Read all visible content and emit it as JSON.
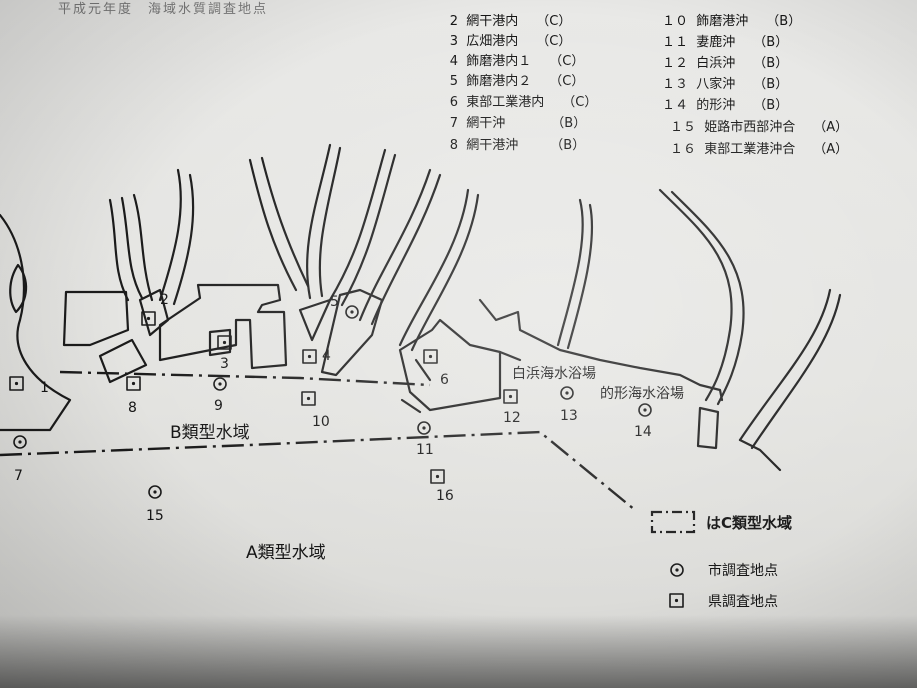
{
  "header": {
    "partial_title": "平成元年度　海域水質調査地点"
  },
  "station_legend": {
    "left": [
      {
        "no": "2",
        "name": "網干港内",
        "cls": "（C）"
      },
      {
        "no": "3",
        "name": "広畑港内",
        "cls": "（C）"
      },
      {
        "no": "4",
        "name": "飾磨港内１",
        "cls": "（C）"
      },
      {
        "no": "5",
        "name": "飾磨港内２",
        "cls": "（C）"
      },
      {
        "no": "6",
        "name": "東部工業港内",
        "cls": "（C）"
      },
      {
        "no": "7",
        "name": "網干沖",
        "cls": "（B）"
      },
      {
        "no": "8",
        "name": "網干港沖",
        "cls": "（B）"
      }
    ],
    "right": [
      {
        "no": "１０",
        "name": "飾磨港沖",
        "cls": "（B）"
      },
      {
        "no": "１１",
        "name": "妻鹿沖",
        "cls": "（B）"
      },
      {
        "no": "１２",
        "name": "白浜沖",
        "cls": "（B）"
      },
      {
        "no": "１３",
        "name": "八家沖",
        "cls": "（B）"
      },
      {
        "no": "１４",
        "name": "的形沖",
        "cls": "（B）"
      },
      {
        "no": "１５",
        "name": "姫路市西部沖合",
        "cls": "（A）"
      },
      {
        "no": "１６",
        "name": "東部工業港沖合",
        "cls": "（A）"
      }
    ]
  },
  "map": {
    "labels": {
      "b_zone": "B類型水域",
      "a_zone": "A類型水域",
      "beach_shirahama": "白浜海水浴場",
      "beach_matogata": "的形海水浴場"
    },
    "stations": [
      {
        "no": "1",
        "kind": "prefecture"
      },
      {
        "no": "2",
        "kind": "prefecture"
      },
      {
        "no": "3",
        "kind": "prefecture"
      },
      {
        "no": "4",
        "kind": "prefecture"
      },
      {
        "no": "5",
        "kind": "city"
      },
      {
        "no": "6",
        "kind": "prefecture"
      },
      {
        "no": "7",
        "kind": "city"
      },
      {
        "no": "8",
        "kind": "prefecture"
      },
      {
        "no": "9",
        "kind": "city"
      },
      {
        "no": "10",
        "kind": "prefecture"
      },
      {
        "no": "11",
        "kind": "city"
      },
      {
        "no": "12",
        "kind": "prefecture"
      },
      {
        "no": "13",
        "kind": "city"
      },
      {
        "no": "14",
        "kind": "city"
      },
      {
        "no": "15",
        "kind": "city"
      },
      {
        "no": "16",
        "kind": "prefecture"
      }
    ]
  },
  "symbol_legend": {
    "c_zone": "はC類型水域",
    "city_point": "市調査地点",
    "pref_point": "県調査地点"
  }
}
